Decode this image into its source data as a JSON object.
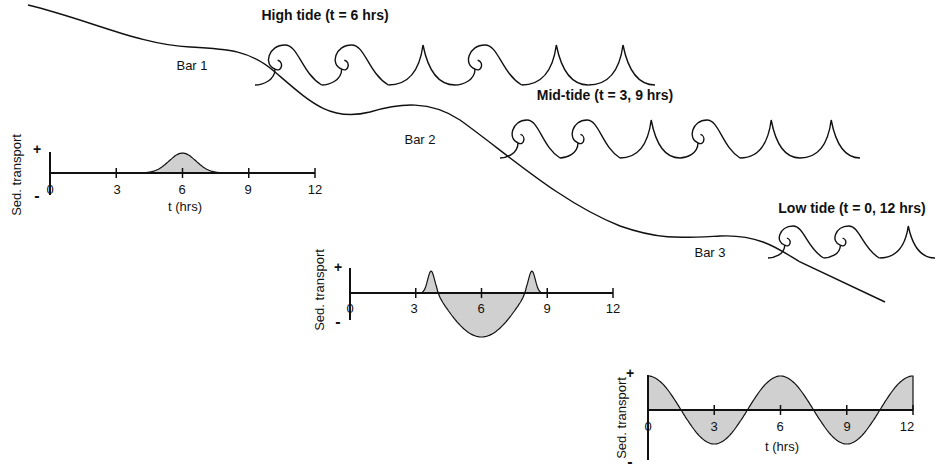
{
  "diagram": {
    "labels": [
      "High tide (t = 6 hrs)",
      "Mid-tide (t = 3, 9 hrs)",
      "Low tide (t = 0, 12 hrs)",
      "Bar 1",
      "Bar 2",
      "Bar 3",
      "Sed. transport",
      "+",
      "-",
      "0",
      "3",
      "6",
      "9",
      "12",
      "t (hrs)",
      "Sed. transport",
      "+",
      "-",
      "0",
      "3",
      "6",
      "9",
      "12",
      "Sed. transport",
      "+",
      "-",
      "0",
      "3",
      "6",
      "9",
      "12",
      "t (hrs)"
    ]
  }
}
